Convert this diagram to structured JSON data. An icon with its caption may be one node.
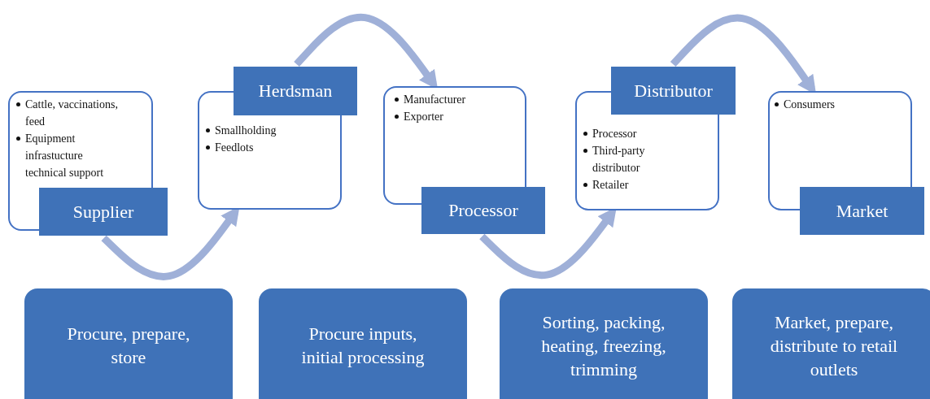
{
  "diagram": {
    "nodes": [
      {
        "text": [
          "Cattle, vaccinations, feed",
          "Equipment infrastucture technical support",
          "Supplier"
        ]
      },
      {
        "text": [
          "Herdsman",
          "Smallholding",
          "Feedlots"
        ]
      },
      {
        "text": [
          "Manufacturer",
          "Exporter",
          "Processor"
        ]
      },
      {
        "text": [
          "Distributor",
          "Processor",
          "Third-party distributor",
          "Retailer"
        ]
      },
      {
        "text": [
          "Consumers",
          "Market"
        ]
      },
      {
        "text": [
          "Procure, prepare, store"
        ]
      },
      {
        "text": [
          "Procure inputs, initial processing"
        ]
      },
      {
        "text": [
          "Sorting, packing, heating, freezing, trimming"
        ]
      },
      {
        "text": [
          "Market, prepare, distribute to retail outlets"
        ]
      }
    ],
    "edges": [
      {
        "from": 0,
        "to": 1,
        "arrow": "to"
      },
      {
        "from": 1,
        "to": 2,
        "arrow": "to"
      },
      {
        "from": 2,
        "to": 3,
        "arrow": "to"
      },
      {
        "from": 3,
        "to": 4,
        "arrow": "to"
      }
    ]
  }
}
